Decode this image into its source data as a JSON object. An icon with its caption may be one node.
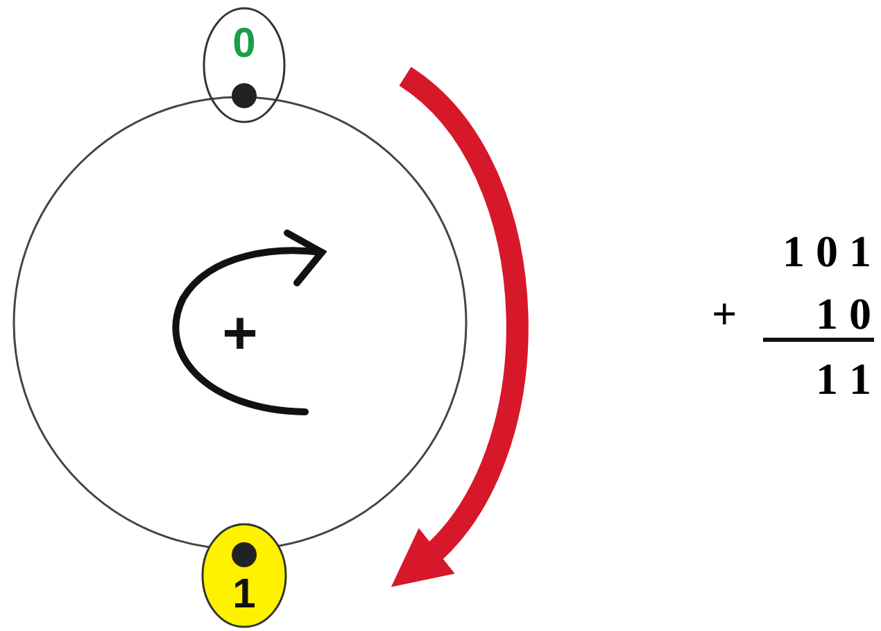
{
  "diagram": {
    "nodes": [
      {
        "text": [
          "0"
        ]
      },
      {
        "text": [
          "+"
        ]
      },
      {
        "text": [
          "1"
        ]
      }
    ],
    "labels": [
      "1 0 1",
      "+",
      "1 0",
      "1 1"
    ]
  }
}
